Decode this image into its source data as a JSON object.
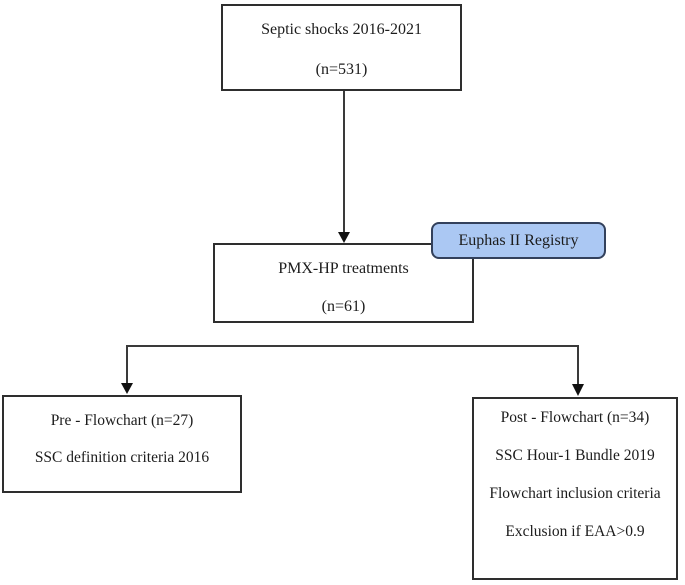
{
  "figure": {
    "type": "flowchart",
    "nodes": {
      "septic": {
        "lines": [
          "Septic shocks 2016-2021",
          "(n=531)"
        ]
      },
      "pmx": {
        "lines": [
          "PMX-HP treatments",
          "(n=61)"
        ]
      },
      "registry": {
        "label": "Euphas II Registry"
      },
      "pre": {
        "lines": [
          "Pre - Flowchart (n=27)",
          "SSC definition criteria 2016"
        ]
      },
      "post": {
        "lines": [
          "Post - Flowchart (n=34)",
          "SSC Hour-1 Bundle 2019",
          "Flowchart inclusion criteria",
          "Exclusion if EAA>0.9"
        ]
      }
    },
    "colors": {
      "registry_fill": "#abc8f3",
      "registry_border": "#33415c",
      "node_border": "#2e2e2e",
      "connector": "#3a3a3a",
      "arrowhead": "#111111",
      "text": "#1c1c1c",
      "background": "#ffffff"
    }
  }
}
